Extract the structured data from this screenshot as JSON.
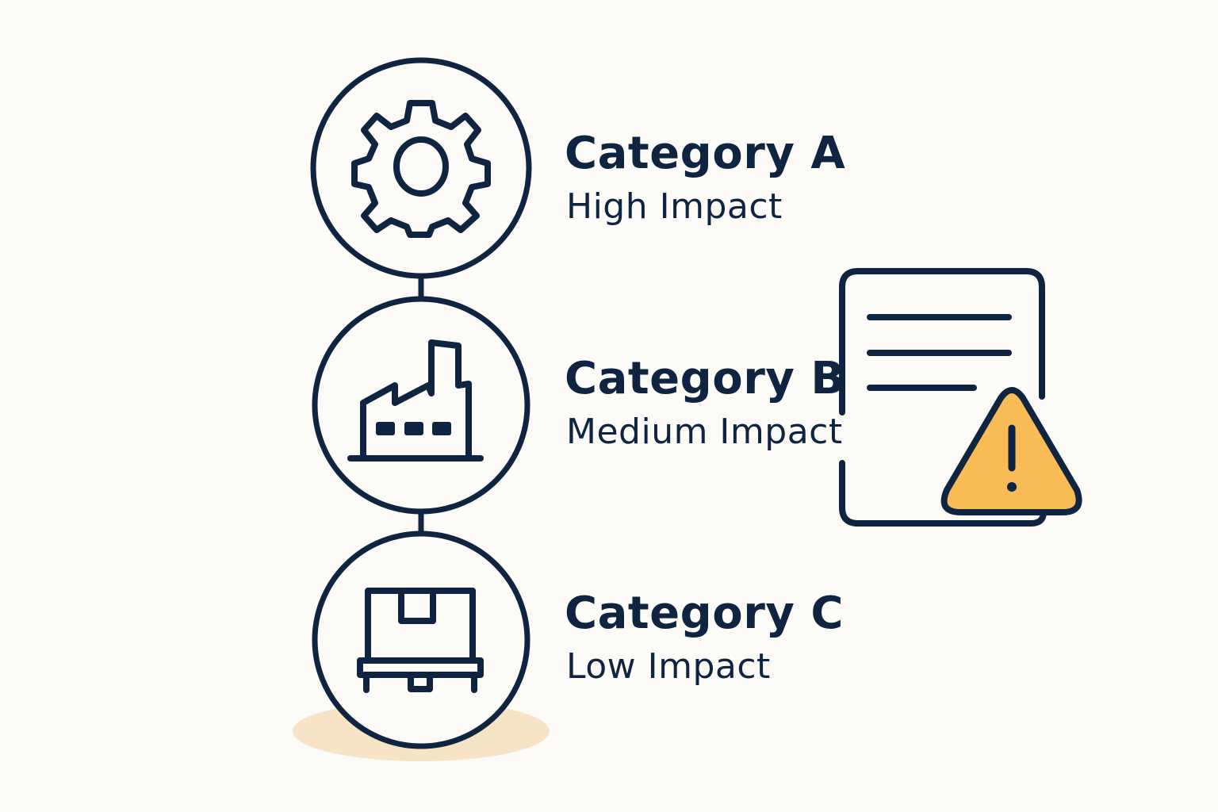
{
  "colors": {
    "background": "#fcfbf7",
    "ink": "#0f2440",
    "warning": "#f9bb55",
    "shadow": "#f7e3c6"
  },
  "categories": [
    {
      "title": "Category A",
      "impact": "High Impact",
      "icon": "gear-icon"
    },
    {
      "title": "Category B",
      "impact": "Medium Impact",
      "icon": "factory-icon"
    },
    {
      "title": "Category C",
      "impact": "Low Impact",
      "icon": "package-pallet-icon"
    }
  ],
  "side_icon": "document-warning-icon"
}
